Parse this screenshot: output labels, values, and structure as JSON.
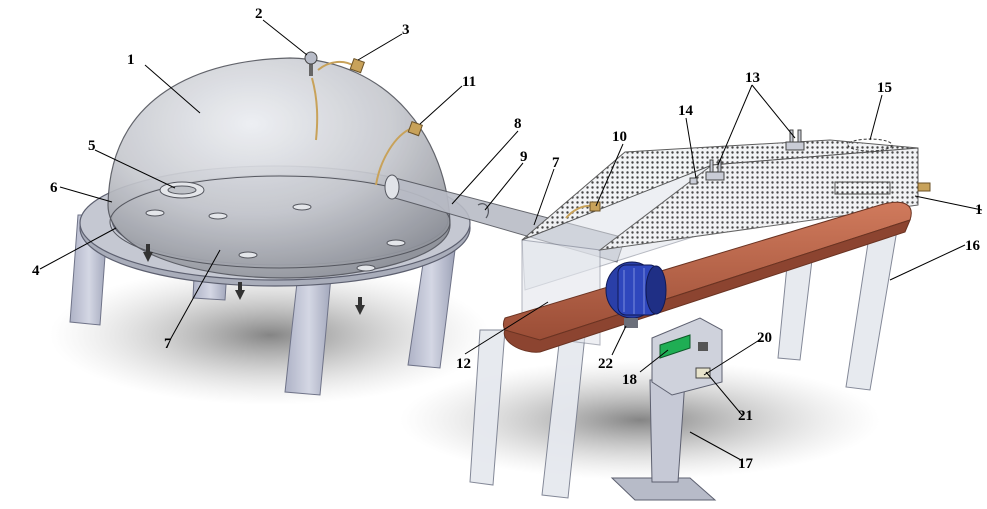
{
  "figure": {
    "part_numbers": [
      "1",
      "2",
      "3",
      "11",
      "8",
      "9",
      "7",
      "10",
      "14",
      "13",
      "15",
      "1",
      "5",
      "6",
      "4",
      "7",
      "16",
      "12",
      "22",
      "18",
      "20",
      "21",
      "17"
    ]
  },
  "colors": {
    "dome": "#c9cbd1",
    "dome_shadow": "#8e9098",
    "platform": "#b8bcc8",
    "leg": "#c3c6d6",
    "belt": "#b9654a",
    "belt_dark": "#8c4430",
    "motor": "#2a3fa8",
    "frame": "#d6dbe4",
    "panel": "#c8ccd6",
    "display": "#1fae54",
    "shadow": "#9a9a9a",
    "sensor": "#c8a25a"
  }
}
